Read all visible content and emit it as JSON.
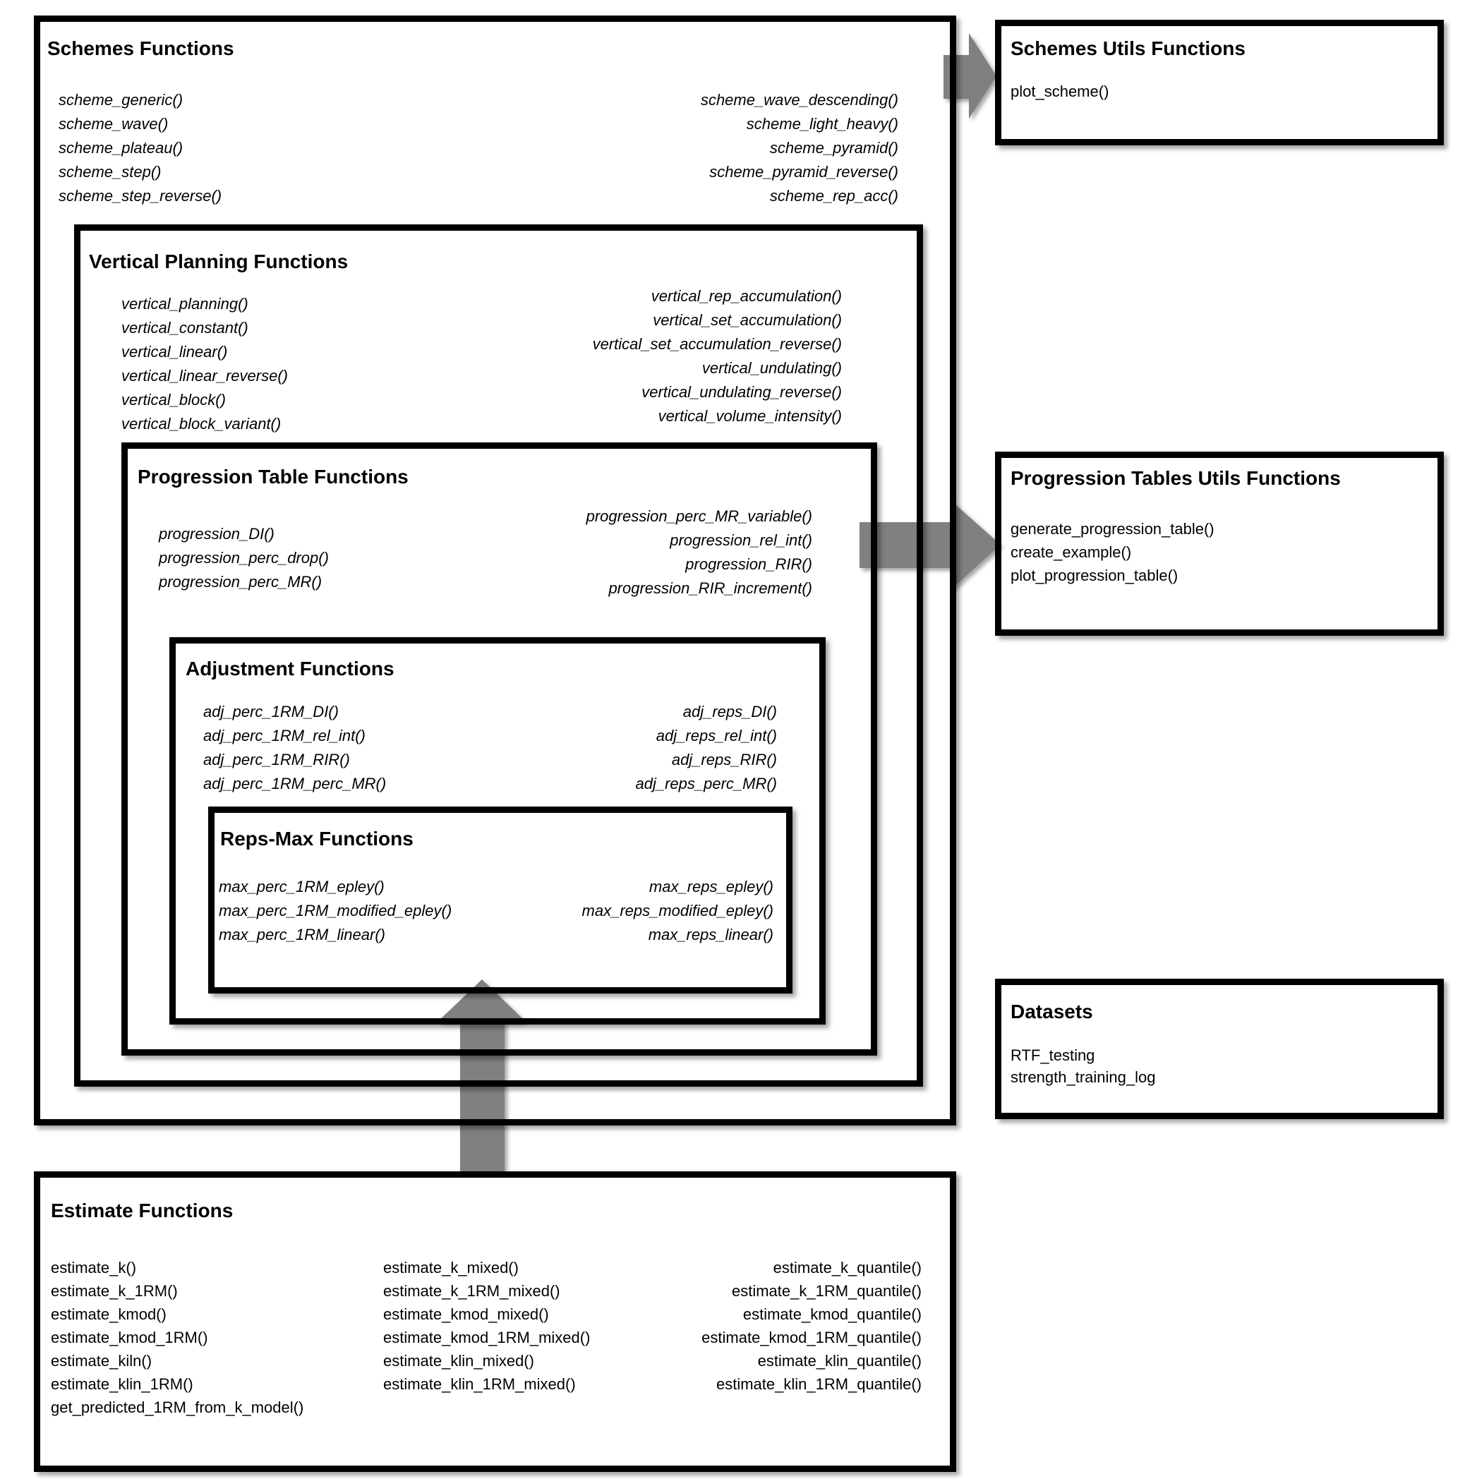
{
  "colors": {
    "background": "#ffffff",
    "border": "#000000",
    "text": "#000000",
    "arrow": "#808080"
  },
  "boxes": {
    "schemes": {
      "title": "Schemes Functions",
      "left": [
        "scheme_generic()",
        "scheme_wave()",
        "scheme_plateau()",
        "scheme_step()",
        "scheme_step_reverse()"
      ],
      "right": [
        "scheme_wave_descending()",
        "scheme_light_heavy()",
        "scheme_pyramid()",
        "scheme_pyramid_reverse()",
        "scheme_rep_acc()"
      ]
    },
    "vertical_planning": {
      "title": "Vertical Planning Functions",
      "left": [
        "vertical_planning()",
        "vertical_constant()",
        "vertical_linear()",
        "vertical_linear_reverse()",
        "vertical_block()",
        "vertical_block_variant()"
      ],
      "right": [
        "vertical_rep_accumulation()",
        "vertical_set_accumulation()",
        "vertical_set_accumulation_reverse()",
        "vertical_undulating()",
        "vertical_undulating_reverse()",
        "vertical_volume_intensity()"
      ]
    },
    "progression_table": {
      "title": "Progression Table Functions",
      "left": [
        "progression_DI()",
        "progression_perc_drop()",
        "progression_perc_MR()"
      ],
      "right": [
        "progression_perc_MR_variable()",
        "progression_rel_int()",
        "progression_RIR()",
        "progression_RIR_increment()"
      ]
    },
    "adjustment": {
      "title": "Adjustment Functions",
      "left": [
        "adj_perc_1RM_DI()",
        "adj_perc_1RM_rel_int()",
        "adj_perc_1RM_RIR()",
        "adj_perc_1RM_perc_MR()"
      ],
      "right": [
        "adj_reps_DI()",
        "adj_reps_rel_int()",
        "adj_reps_RIR()",
        "adj_reps_perc_MR()"
      ]
    },
    "reps_max": {
      "title": "Reps-Max Functions",
      "left": [
        "max_perc_1RM_epley()",
        "max_perc_1RM_modified_epley()",
        "max_perc_1RM_linear()"
      ],
      "right": [
        "max_reps_epley()",
        "max_reps_modified_epley()",
        "max_reps_linear()"
      ]
    },
    "schemes_utils": {
      "title": "Schemes Utils Functions",
      "items": [
        "plot_scheme()"
      ]
    },
    "progression_tables_utils": {
      "title": "Progression Tables Utils Functions",
      "items": [
        "generate_progression_table()",
        "create_example()",
        "plot_progression_table()"
      ]
    },
    "datasets": {
      "title": "Datasets",
      "items": [
        "RTF_testing",
        "strength_training_log"
      ]
    },
    "estimate": {
      "title": "Estimate Functions",
      "col1": [
        "estimate_k()",
        "estimate_k_1RM()",
        "estimate_kmod()",
        "estimate_kmod_1RM()",
        "estimate_kiln()",
        "estimate_klin_1RM()",
        "get_predicted_1RM_from_k_model()"
      ],
      "col2": [
        "estimate_k_mixed()",
        "estimate_k_1RM_mixed()",
        "estimate_kmod_mixed()",
        "estimate_kmod_1RM_mixed()",
        "estimate_klin_mixed()",
        "estimate_klin_1RM_mixed()"
      ],
      "col3": [
        "estimate_k_quantile()",
        "estimate_k_1RM_quantile()",
        "estimate_kmod_quantile()",
        "estimate_kmod_1RM_quantile()",
        "estimate_klin_quantile()",
        "estimate_klin_1RM_quantile()"
      ]
    }
  },
  "arrows": [
    {
      "name": "schemes-to-schemes-utils",
      "direction": "right"
    },
    {
      "name": "progression-table-to-progression-tables-utils",
      "direction": "right"
    },
    {
      "name": "estimate-to-reps-max",
      "direction": "up"
    }
  ]
}
